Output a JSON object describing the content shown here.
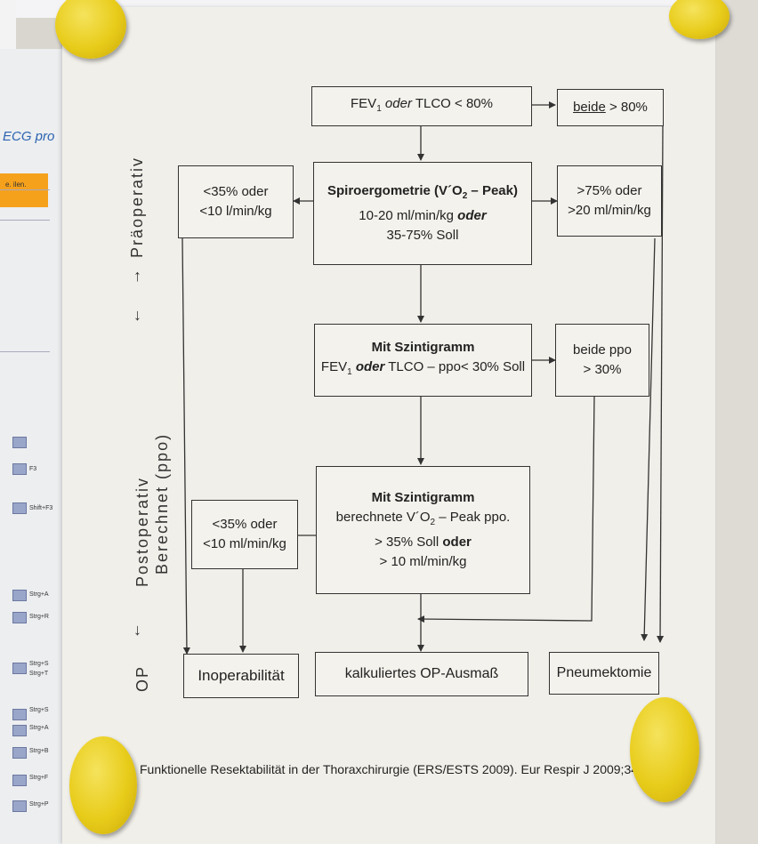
{
  "left_panel": {
    "title": "ECG pro",
    "orange_note": "e. ilen.",
    "shortcuts": [
      "F3",
      "Shift+F3",
      "Strg+A",
      "Strg+R",
      "Strg+S",
      "Strg+T",
      "Strg+S",
      "Strg+A",
      "Strg+B",
      "Strg+F",
      "Strg+P"
    ]
  },
  "diagram": {
    "side_labels": {
      "praeoperativ": "Präoperativ",
      "postoperativ": "Postoperativ",
      "berechnet": "Berechnet (ppo)",
      "op": "OP"
    },
    "nodes": {
      "fev_start": {
        "pre": "FEV",
        "sub": "1",
        "mid": " oder",
        "post": " TLCO < 80%"
      },
      "beide_80": {
        "u": "beide",
        "rest": " > 80%"
      },
      "spiro": {
        "line1": "Spiroergometrie (V´O",
        "line1_sub": "2",
        "line1_end": " – Peak)",
        "line2a": "10-20 ml/min/kg ",
        "line2b": "oder",
        "line3": "35-75% Soll"
      },
      "lt35_a": {
        "line1": "<35% oder",
        "line2": "<10 l/min/kg"
      },
      "gt75": {
        "line1": ">75% oder",
        "line2": ">20 ml/min/kg"
      },
      "szinti1": {
        "line1": "Mit Szintigramm",
        "pre": "FEV",
        "sub": "1",
        "mid": " oder",
        "post": " TLCO – ppo< 30% Soll"
      },
      "beide_ppo": {
        "line1": "beide ppo",
        "line2": "> 30%"
      },
      "szinti2": {
        "line1": "Mit Szintigramm",
        "line2a": "berechnete V´O",
        "line2_sub": "2",
        "line2b": " – Peak ppo.",
        "line3a": "> 35% Soll ",
        "line3b": "oder",
        "line4": "> 10 ml/min/kg"
      },
      "lt35_b": {
        "line1": "<35% oder",
        "line2": "<10 ml/min/kg"
      },
      "inop": {
        "label": "Inoperabilität"
      },
      "kalk": {
        "label": "kalkuliertes OP-Ausmaß"
      },
      "pneu": {
        "label": "Pneumektomie"
      }
    },
    "footer": "Funktionelle Resektabilität in der Thoraxchirurgie (ERS/ESTS 2009). Eur Respir J 2009;34:1"
  }
}
